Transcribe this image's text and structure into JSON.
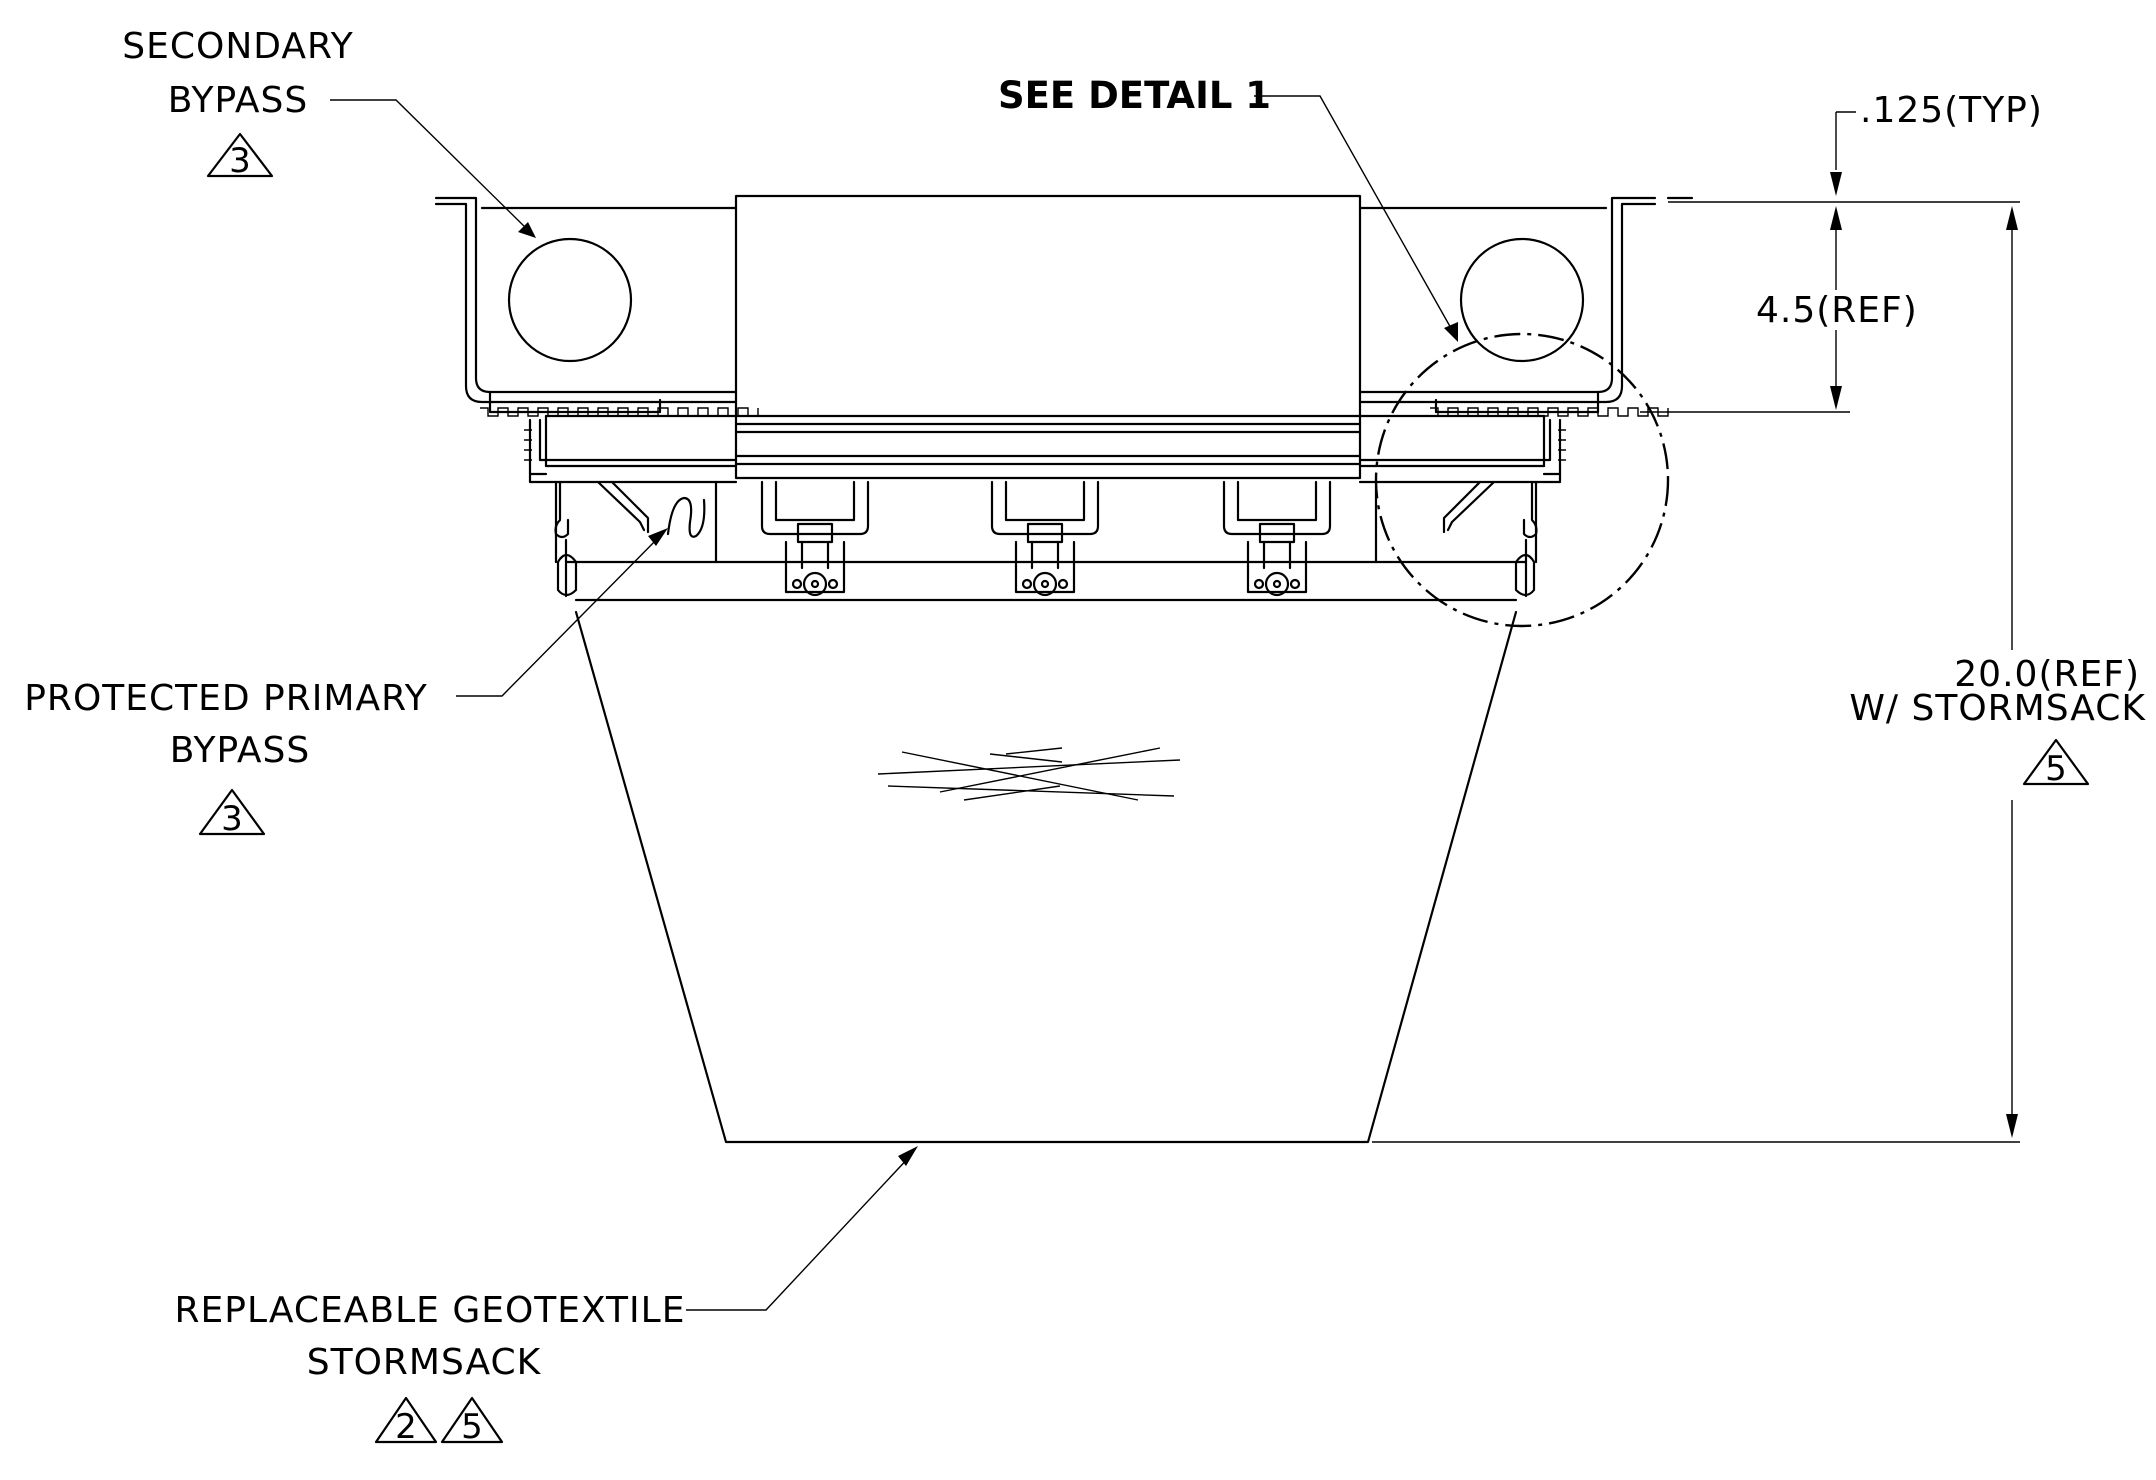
{
  "callouts": {
    "secondary_bypass": {
      "line1": "SECONDARY",
      "line2": "BYPASS",
      "revision": "3"
    },
    "see_detail": "SEE DETAIL 1",
    "thickness": ".125(TYP)",
    "flange_height": "4.5(REF)",
    "overall_height": {
      "line1": "20.0(REF)",
      "line2": "W/ STORMSACK",
      "revision": "5"
    },
    "primary_bypass": {
      "line1": "PROTECTED PRIMARY",
      "line2": "BYPASS",
      "revision": "3"
    },
    "stormsack": {
      "line1": "REPLACEABLE GEOTEXTILE",
      "line2": "STORMSACK",
      "revision_a": "2",
      "revision_b": "5"
    }
  }
}
